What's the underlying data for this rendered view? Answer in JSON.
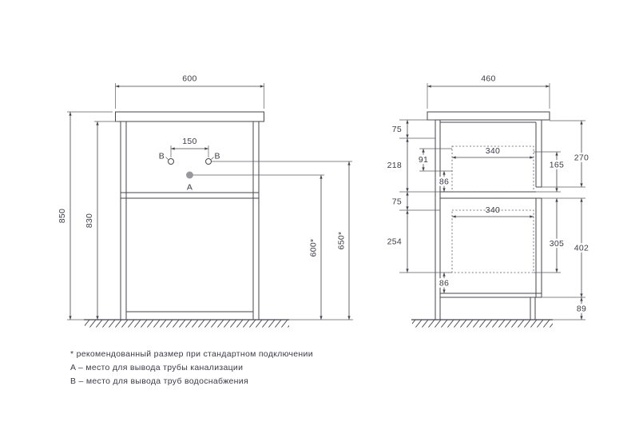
{
  "colors": {
    "background": "#ffffff",
    "line": "#45454d",
    "text": "#3b3b46",
    "marker_a_fill": "#98989e"
  },
  "front_view": {
    "dims": {
      "width": "600",
      "height_total": "850",
      "height_body": "830",
      "b_spacing": "150",
      "a_level": "600*",
      "b_level": "650*"
    },
    "markers": {
      "a": "A",
      "b_left": "B",
      "b_right": "B"
    }
  },
  "side_view": {
    "dims": {
      "depth": "460",
      "top_inset": "75",
      "upper_zone": "218",
      "upper_inner": "91",
      "upper_gap": "86",
      "mid_inset": "75",
      "lower_zone": "254",
      "lower_gap": "86",
      "drawer_width_upper": "340",
      "drawer_width_lower": "340",
      "upper_drawer_height": "165",
      "upper_front_height": "270",
      "lower_drawer_height": "305",
      "lower_front_height": "402",
      "floor_gap": "89"
    }
  },
  "notes": {
    "line1": "* рекомендованный размер при стандартном подключении",
    "line2": "A – место для вывода трубы канализации",
    "line3": "B – место для вывода труб водоснабжения"
  }
}
